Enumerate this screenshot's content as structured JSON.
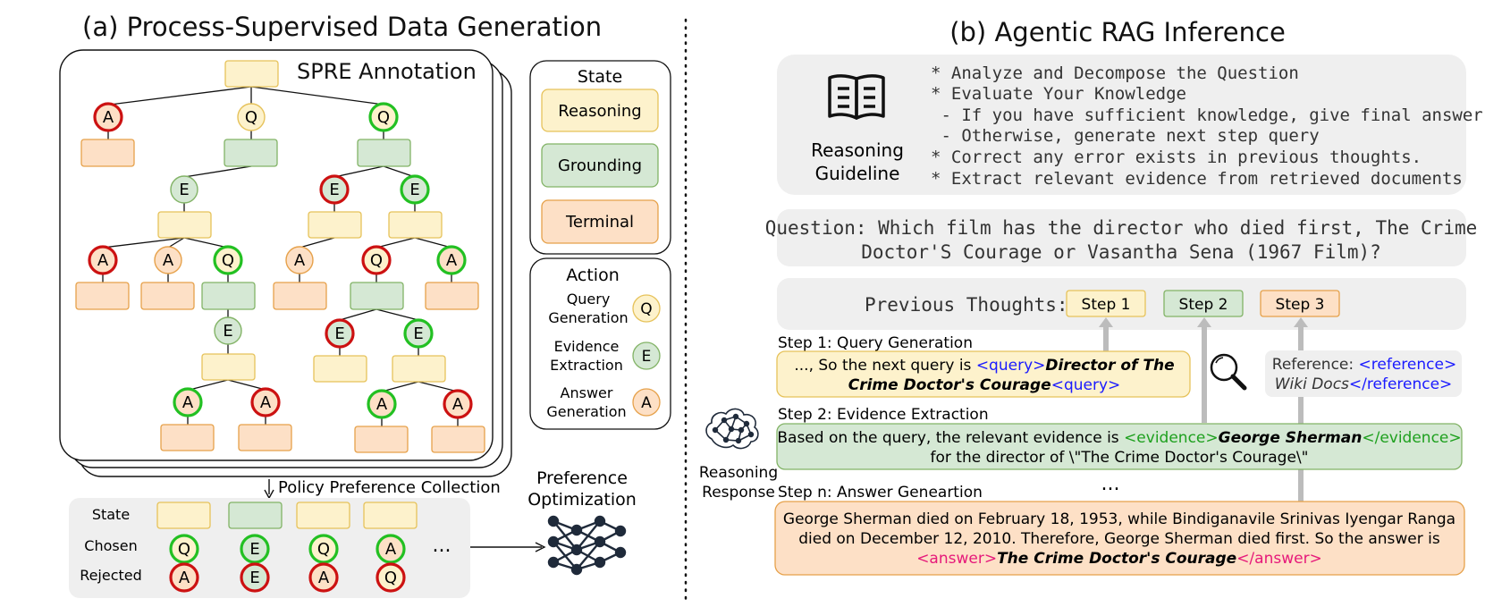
{
  "panel_a": {
    "title": "(a)  Process-Supervised Data Generation",
    "annotation_label": "SPRE Annotation",
    "node_letters": {
      "A": "A",
      "Q": "Q",
      "E": "E"
    },
    "legend": {
      "state_title": "State",
      "states": [
        "Reasoning",
        "Grounding",
        "Terminal"
      ],
      "action_title": "Action",
      "actions": [
        {
          "line1": "Query",
          "line2": "Generation",
          "symbol": "Q"
        },
        {
          "line1": "Evidence",
          "line2": "Extraction",
          "symbol": "E"
        },
        {
          "line1": "Answer",
          "line2": "Generation",
          "symbol": "A"
        }
      ]
    },
    "policy_label": "Policy Preference Collection",
    "pref_table": {
      "row_state": "State",
      "row_chosen": "Chosen",
      "row_rejected": "Rejected",
      "chosen": [
        "Q",
        "E",
        "Q",
        "A"
      ],
      "rejected": [
        "A",
        "E",
        "A",
        "Q"
      ],
      "ellipsis": "..."
    },
    "pref_opt": {
      "line1": "Preference",
      "line2": "Optimization"
    }
  },
  "panel_b": {
    "title": "(b) Agentic RAG Inference",
    "guideline": {
      "label1": "Reasoning",
      "label2": "Guideline",
      "lines": [
        "* Analyze and Decompose the Question",
        "* Evaluate Your Knowledge",
        " - If you have sufficient knowledge, give final answer",
        " - Otherwise, generate next step query",
        "* Correct any error exists in previous thoughts.",
        "* Extract relevant evidence from retrieved documents"
      ]
    },
    "question": {
      "line1": "Question: Which film has the director who died first, The Crime",
      "line2": "Doctor'S Courage or Vasantha Sena (1967 Film)?"
    },
    "prev": {
      "label": "Previous Thoughts:",
      "steps": [
        "Step 1",
        "Step 2",
        "Step 3"
      ]
    },
    "step1": {
      "title": "Step 1: Query Generation",
      "pre": "..., So the next query is ",
      "tag_open": "<query>",
      "bold1": "Director of The",
      "bold2": "Crime Doctor's Courage",
      "tag_close": "<query>"
    },
    "reference": {
      "pre": "Reference: ",
      "tag_open": "<reference>",
      "mid": "Wiki Docs",
      "tag_close": "</reference>"
    },
    "step2": {
      "title": "Step 2: Evidence Extraction",
      "pre": "Based on the query, the relevant evidence is ",
      "tag_open": "<evidence>",
      "bold": "George Sherman",
      "tag_close": "</evidence>",
      "line2": "for the director of \\\"The Crime Doctor's Courage\\\""
    },
    "ellipsis": "...",
    "response": {
      "line1": "Reasoning",
      "line2": "Response"
    },
    "stepn": {
      "title": "Step n: Answer Geneartion",
      "line1": "George Sherman died on February 18, 1953, while Bindiganavile Srinivas Iyengar Ranga",
      "line2": "died on December 12, 2010. Therefore, George Sherman died first. So the answer is",
      "tag_open": "<answer>",
      "bold": "The Crime Doctor's Courage",
      "tag_close": "</answer>"
    }
  },
  "colors": {
    "reasoning_fill": "#fdf2cc",
    "reasoning_stroke": "#e6c25a",
    "grounding_fill": "#d5e8d4",
    "grounding_stroke": "#82b366",
    "terminal_fill": "#fde0c6",
    "terminal_stroke": "#e6a14a",
    "good_ring": "#22c022",
    "bad_ring": "#cc1111",
    "tag_blue": "#1a1aff",
    "tag_green": "#1ea01e",
    "tag_pink": "#e6197a",
    "panel_gray": "#efefef",
    "arrow_gray": "#bcbcbc"
  }
}
